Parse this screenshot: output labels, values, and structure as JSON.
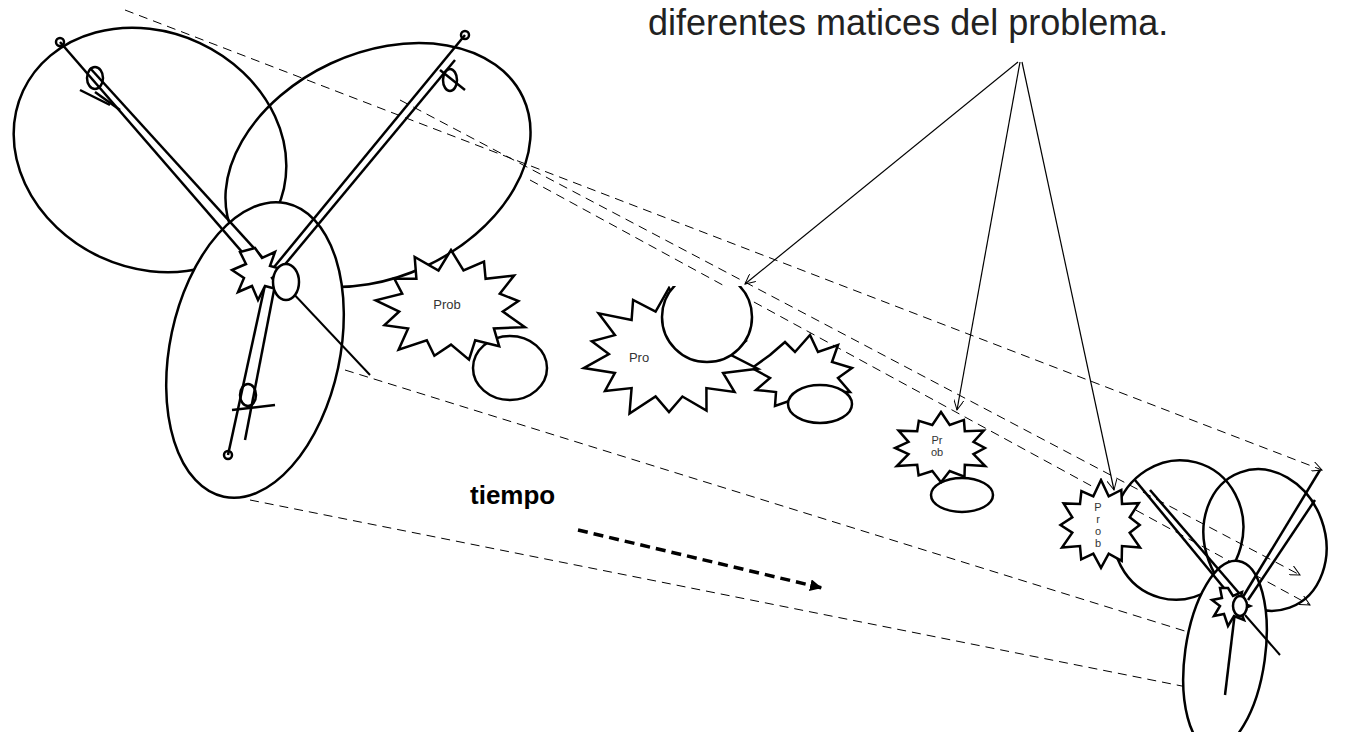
{
  "diagram": {
    "nodes": [
      {
        "text": [
          "Prob"
        ]
      },
      {
        "text": [
          "Pro"
        ]
      },
      {
        "text": [
          "Pr ob"
        ]
      },
      {
        "text": [
          "P r o b"
        ]
      }
    ],
    "labels": [
      "diferentes matices del problema.",
      "tiempo"
    ]
  }
}
